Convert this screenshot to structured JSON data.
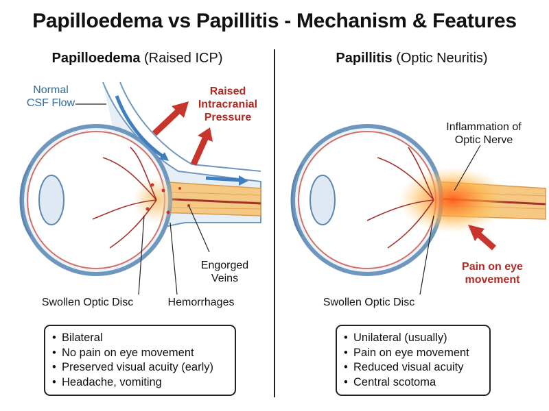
{
  "title": "Papilloedema vs Papillitis - Mechanism & Features",
  "left": {
    "heading_bold": "Papilloedema",
    "heading_rest": "(Raised ICP)",
    "labels": {
      "csf_line1": "Normal",
      "csf_line2": "CSF Flow",
      "icp_line1": "Raised",
      "icp_line2": "Intracranial",
      "icp_line3": "Pressure",
      "veins_line1": "Engorged",
      "veins_line2": "Veins",
      "disc": "Swollen Optic Disc",
      "hemorrhages": "Hemorrhages"
    },
    "features": [
      "Bilateral",
      "No pain on eye movement",
      "Preserved visual acuity (early)",
      "Headache, vomiting"
    ]
  },
  "right": {
    "heading_bold": "Papillitis",
    "heading_rest": "(Optic Neuritis)",
    "labels": {
      "inflam_line1": "Inflammation of",
      "inflam_line2": "Optic Nerve",
      "pain_line1": "Pain on eye",
      "pain_line2": "movement",
      "disc": "Swollen Optic Disc"
    },
    "features": [
      "Unilateral (usually)",
      "Pain on eye movement",
      "Reduced visual acuity",
      "Central scotoma"
    ]
  },
  "colors": {
    "csf_blue": "#2f6a9c",
    "arrow_red": "#c7352c",
    "nerve_orange": "#f2a13c",
    "inflammation": "#ff7a1a"
  },
  "icons": [
    "eye-cross-section-icon",
    "arrow-icon"
  ]
}
